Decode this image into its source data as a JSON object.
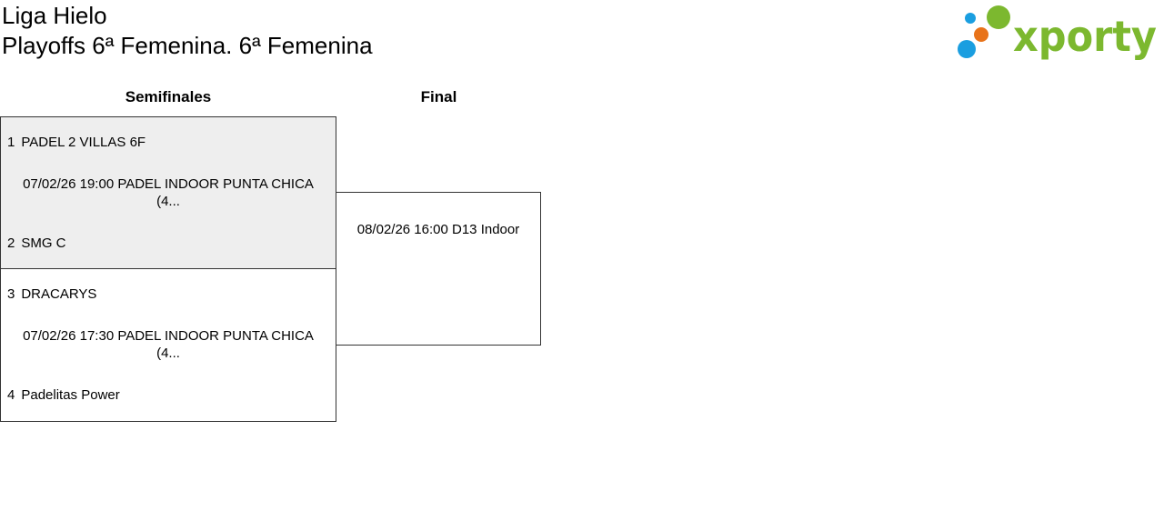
{
  "header": {
    "league": "Liga Hielo",
    "competition": "Playoffs 6ª Femenina. 6ª Femenina"
  },
  "logo": {
    "text": "xporty",
    "colors": {
      "green": "#7cb82f",
      "orange": "#e8731a",
      "blue": "#1a9ee0"
    }
  },
  "bracket": {
    "rounds": [
      "Semifinales",
      "Final"
    ],
    "semifinal_1": {
      "team_top": {
        "seed": "1",
        "name": "PADEL 2 VILLAS 6F"
      },
      "info": "07/02/26 19:00 PADEL INDOOR PUNTA CHICA (4...",
      "team_bottom": {
        "seed": "2",
        "name": "SMG C"
      }
    },
    "semifinal_2": {
      "team_top": {
        "seed": "3",
        "name": "DRACARYS"
      },
      "info": "07/02/26 17:30 PADEL INDOOR PUNTA CHICA (4...",
      "team_bottom": {
        "seed": "4",
        "name": "Padelitas Power"
      }
    },
    "final": {
      "info": "08/02/26 16:00 D13 Indoor"
    }
  }
}
